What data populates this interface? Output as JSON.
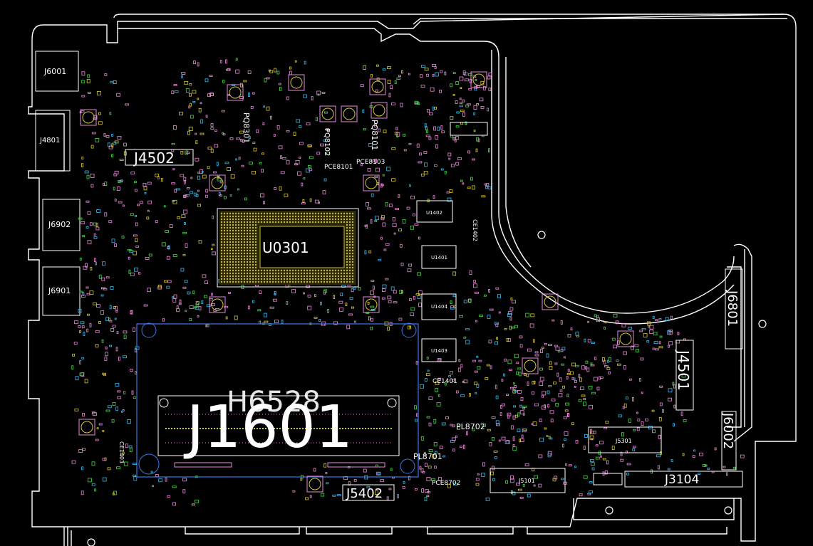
{
  "colors": {
    "background": "#000000",
    "outline": "#ffffff",
    "pad_pink": "#e88ad8",
    "pad_yellow": "#d8c838",
    "pad_cyan": "#38b8e8",
    "pad_green": "#48d848",
    "cpu_fill": "#c8b840",
    "dimm_outline": "#3a78e8"
  },
  "labels": {
    "cpu": "U0301",
    "dimm_slot": "J1601",
    "hole_big": "H6528",
    "j6001": "J6001",
    "j4801": "J4801",
    "j6902": "J6902",
    "j6901": "J6901",
    "j4502": "J4502",
    "j4501": "J4501",
    "j6801": "J6801",
    "j6002": "J6002",
    "j5402": "J5402",
    "j3104": "J3104",
    "j5101": "J5101",
    "j5301": "J5301",
    "u1402": "U1402",
    "u1401": "U1401",
    "u1404": "U1404",
    "u1403": "U1403",
    "pce8101": "PCE8101",
    "pce8103": "PCE8103",
    "ce1401": "CE1401",
    "pl8701": "PL8701",
    "pl8702": "PL8702",
    "pce8702": "PCE8702",
    "pq8301": "PQ8301",
    "pq8101": "PQ8101",
    "pq8102": "PQ8102",
    "ce1402": "CE1402",
    "ce1403": "CE1403"
  }
}
